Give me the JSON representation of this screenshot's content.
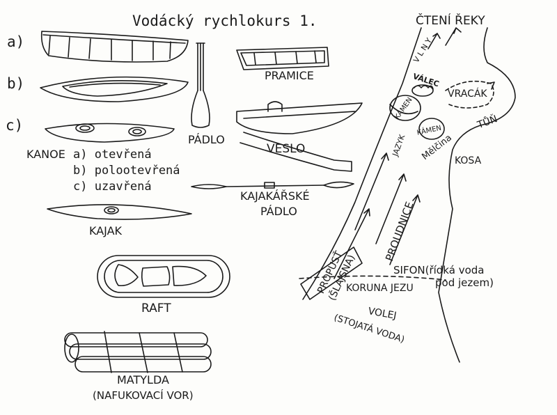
{
  "title": "Vodácký rychlokurs 1.",
  "colors": {
    "ink": "#1a1a1a",
    "paper": "#fdfdfb"
  },
  "left": {
    "markers": [
      "a)",
      "b)",
      "c)"
    ],
    "kanoe": {
      "label": "KANOE",
      "lines": [
        "a) otevřená",
        "b) polootevřená",
        "c) uzavřená"
      ]
    },
    "kajak": "KAJAK",
    "raft": "RAFT",
    "matylda": "MATYLDA",
    "matylda_sub": "(NAFUKOVACÍ VOR)"
  },
  "middle": {
    "padlo": "PÁDLO",
    "pramice": "PRAMICE",
    "veslo": "VESLO",
    "kajakarske_1": "KAJAKÁŘSKÉ",
    "kajakarske_2": "PÁDLO"
  },
  "river": {
    "heading": "ČTENÍ ŘEKY",
    "vlny": "V L N Y",
    "valec": "VÁLEC",
    "vracak": "VRACÁK",
    "tun": "TŮŇ",
    "kamen_1": "KÁMEN",
    "kamen_2": "KÁMEN",
    "jazyk": "JAZYK",
    "melcina": "Mělčina",
    "kosa": "KOSA",
    "proudnice": "PROUDNICE",
    "propust_1": "PROPUSŤ",
    "propust_2": "(ŠLAJSNA)",
    "sifon_1": "SIFON(řídká voda",
    "sifon_2": "pod jezem)",
    "koruna": "KORUNA JEZU",
    "volej": "VOLEJ",
    "volej_sub": "(STOJATÁ VODA)"
  }
}
